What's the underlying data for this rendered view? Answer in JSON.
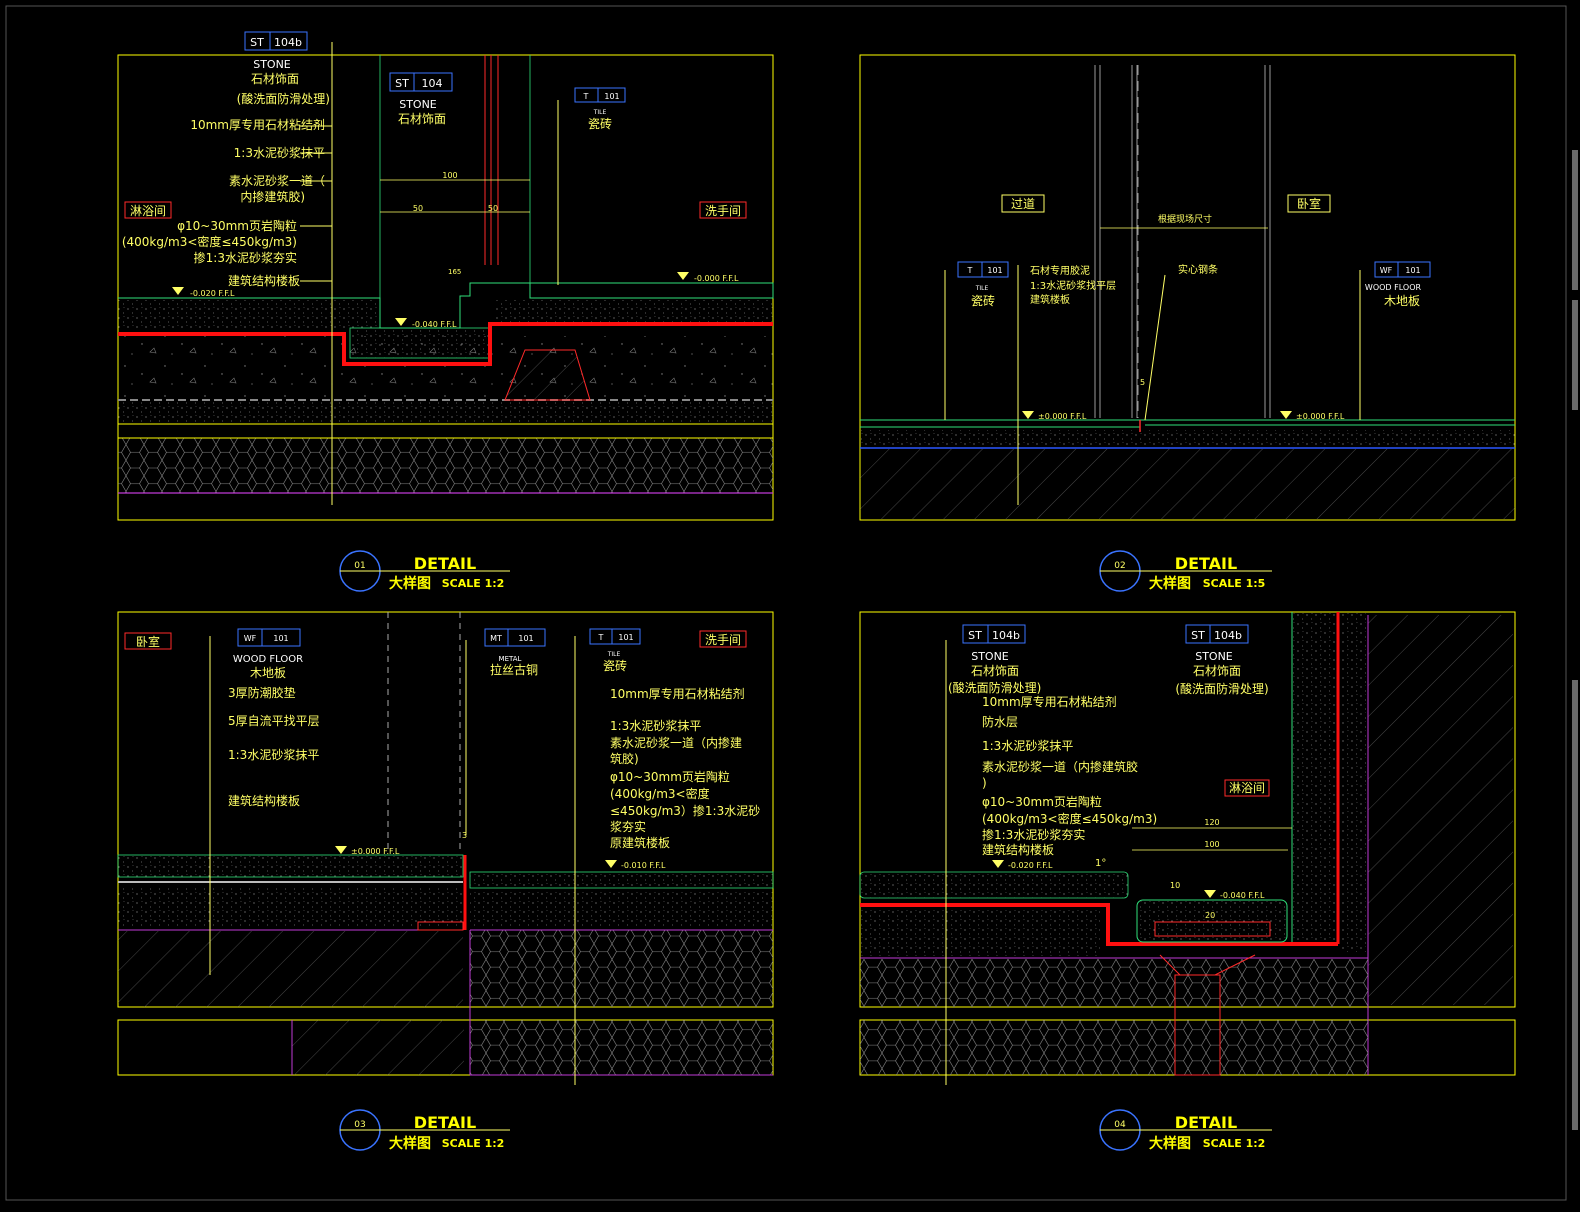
{
  "colors": {
    "background": "#000000",
    "frame": "#ffff00",
    "text_yellow": "#ffff66",
    "text_white": "#ffffff",
    "tag_blue": "#3a73ff",
    "room_red": "#ff2a2a",
    "waterproof_red": "#ff1010",
    "finish_green": "#2fe07a",
    "structure_magenta": "#c03ad6",
    "line_blue": "#2a57ff"
  },
  "details": [
    {
      "id": "detail-01",
      "number": "01",
      "title": "DETAIL",
      "subtitle": "大样图",
      "scale": "SCALE  1:2",
      "rooms": [
        "淋浴间",
        "洗手间"
      ],
      "tags": [
        {
          "code": "ST",
          "num": "104b",
          "en": "STONE",
          "cn": "石材饰面"
        },
        {
          "code": "ST",
          "num": "104",
          "en": "STONE",
          "cn": "石材饰面"
        },
        {
          "code": "T",
          "num": "101",
          "en": "TILE",
          "cn": "瓷砖"
        }
      ],
      "notes": [
        "(酸洗面防滑处理)",
        "10mm厚专用石材粘结剂",
        "1:3水泥砂浆抹平",
        "素水泥砂浆一道（",
        "内掺建筑胶)",
        "φ10~30mm页岩陶粒",
        "(400kg/m3<密度≤450kg/m3)",
        "掺1:3水泥砂浆夯实",
        "建筑结构楼板"
      ],
      "levels": [
        "-0.020 F.F.L",
        "-0.040 F.F.L",
        "-0.000 F.F.L"
      ],
      "dims": [
        "100",
        "50",
        "50",
        "165"
      ]
    },
    {
      "id": "detail-02",
      "number": "02",
      "title": "DETAIL",
      "subtitle": "大样图",
      "scale": "SCALE  1:5",
      "rooms": [
        "过道",
        "卧室"
      ],
      "tags": [
        {
          "code": "T",
          "num": "101",
          "en": "TILE",
          "cn": "瓷砖"
        },
        {
          "code": "WF",
          "num": "101",
          "en": "WOOD FLOOR",
          "cn": "木地板"
        }
      ],
      "notes": [
        "石材专用胶泥",
        "1:3水泥砂浆找平层",
        "建筑楼板",
        "实心钢条"
      ],
      "levels": [
        "±0.000 F.F.L",
        "±0.000 F.F.L"
      ],
      "dims": [
        "根据现场尺寸",
        "5"
      ]
    },
    {
      "id": "detail-03",
      "number": "03",
      "title": "DETAIL",
      "subtitle": "大样图",
      "scale": "SCALE  1:2",
      "rooms": [
        "卧室",
        "洗手间"
      ],
      "tags": [
        {
          "code": "WF",
          "num": "101",
          "en": "WOOD FLOOR",
          "cn": "木地板"
        },
        {
          "code": "MT",
          "num": "101",
          "en": "METAL",
          "cn": "拉丝古铜"
        },
        {
          "code": "T",
          "num": "101",
          "en": "TILE",
          "cn": "瓷砖"
        }
      ],
      "notes_left": [
        "3厚防潮胶垫",
        "5厚自流平找平层",
        "1:3水泥砂浆抹平",
        "建筑结构楼板"
      ],
      "notes_right": [
        "10mm厚专用石材粘结剂",
        "1:3水泥砂浆抹平",
        "素水泥砂浆一道（内掺建",
        "筑胶)",
        "φ10~30mm页岩陶粒",
        "(400kg/m3<密度",
        "≤450kg/m3）掺1:3水泥砂",
        "浆夯实",
        "原建筑楼板"
      ],
      "levels": [
        "±0.000 F.F.L",
        "-0.010 F.F.L"
      ],
      "dims": [
        "3"
      ]
    },
    {
      "id": "detail-04",
      "number": "04",
      "title": "DETAIL",
      "subtitle": "大样图",
      "scale": "SCALE  1:2",
      "rooms": [
        "淋浴间"
      ],
      "tags": [
        {
          "code": "ST",
          "num": "104b",
          "en": "STONE",
          "cn": "石材饰面"
        },
        {
          "code": "ST",
          "num": "104b",
          "en": "STONE",
          "cn": "石材饰面"
        }
      ],
      "notes": [
        "(酸洗面防滑处理)",
        "10mm厚专用石材粘结剂",
        "防水层",
        "1:3水泥砂浆抹平",
        "素水泥砂浆一道（内掺建筑胶",
        ")",
        "φ10~30mm页岩陶粒",
        "(400kg/m3<密度≤450kg/m3)",
        "掺1:3水泥砂浆夯实",
        "建筑结构楼板"
      ],
      "note_right": "(酸洗面防滑处理)",
      "levels": [
        "-0.020 F.F.L",
        "-0.040 F.F.L"
      ],
      "dims": [
        "120",
        "100",
        "10",
        "20",
        "1°"
      ]
    }
  ]
}
